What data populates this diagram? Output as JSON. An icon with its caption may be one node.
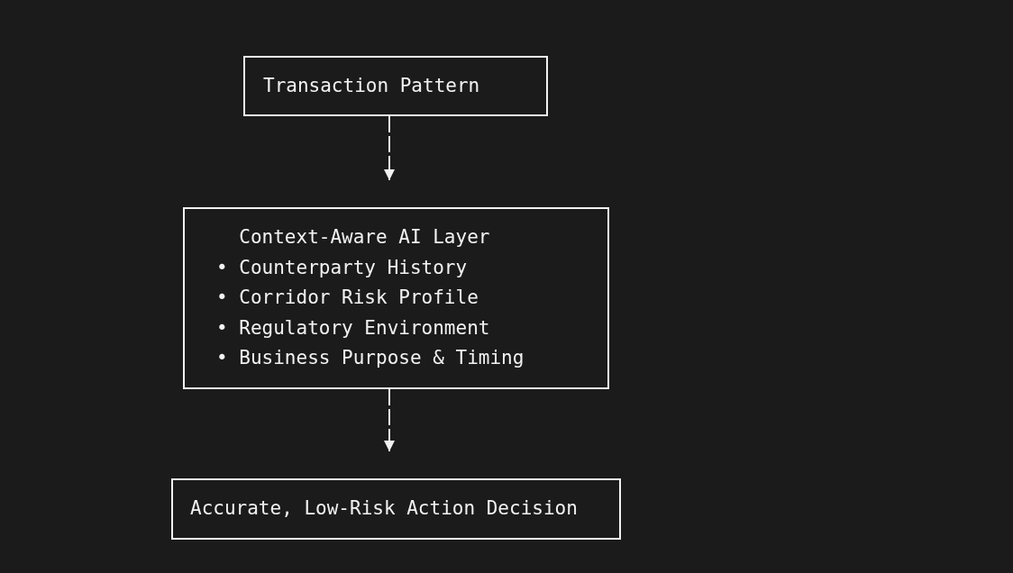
{
  "diagram": {
    "nodes": [
      {
        "text": [
          "Transaction Pattern"
        ]
      },
      {
        "text": [
          "Context-Aware AI Layer",
          "• Counterparty History",
          "• Corridor Risk Profile",
          "• Regulatory Environment",
          "• Business Purpose & Timing"
        ]
      },
      {
        "text": [
          "Accurate, Low-Risk Action Decision"
        ]
      }
    ],
    "edges": [
      {
        "from": 0,
        "to": 1,
        "arrow": "to"
      },
      {
        "from": 1,
        "to": 2,
        "arrow": "to"
      }
    ]
  }
}
